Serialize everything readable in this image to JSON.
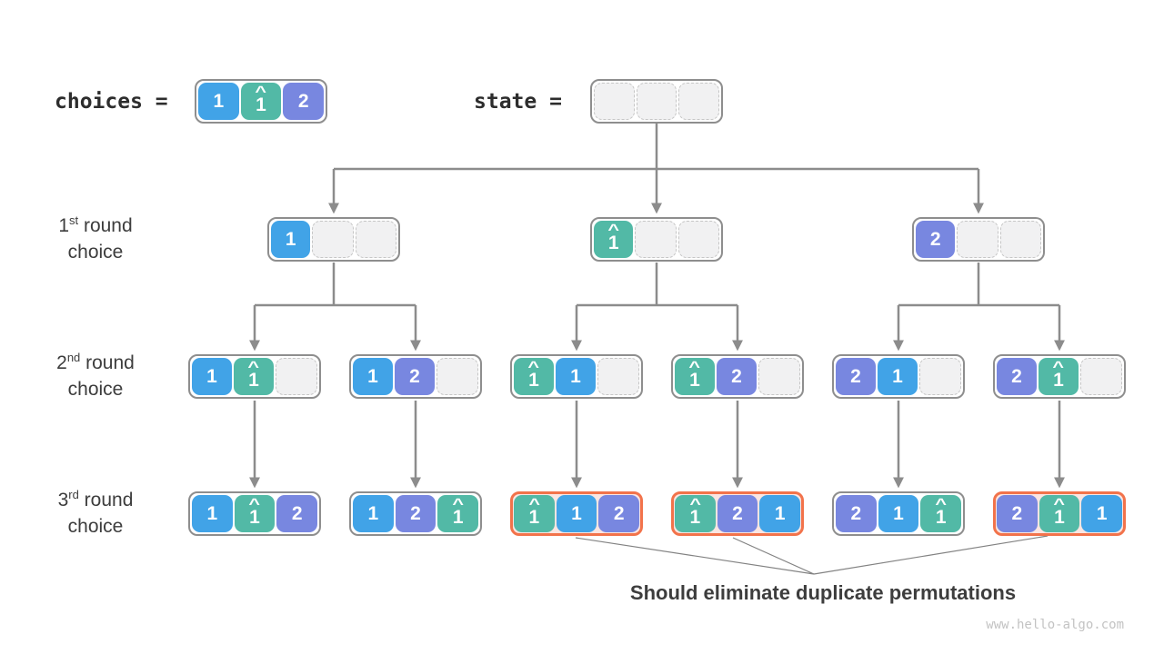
{
  "labels": {
    "choices": "choices =",
    "state": "state ="
  },
  "rounds": [
    {
      "num": "1",
      "sup": "st",
      "word": " round",
      "line2": "choice"
    },
    {
      "num": "2",
      "sup": "nd",
      "word": " round",
      "line2": "choice"
    },
    {
      "num": "3",
      "sup": "rd",
      "word": " round",
      "line2": "choice"
    }
  ],
  "annotation": "Should eliminate duplicate permutations",
  "watermark": "www.hello-algo.com",
  "colors": {
    "blue": "#41A3E7",
    "teal": "#52B9A6",
    "purple": "#7887E0",
    "node-border": "#8E8E8E",
    "dup-border": "#F2734B",
    "dup-fill": "#FAE5E1",
    "connector": "#8C8C8C",
    "thinline": "#828282",
    "empty-fill": "#F1F1F2",
    "empty-border": "#C6C6C6",
    "text": "#3D3D3D",
    "mono-text": "#2D2D2D",
    "watermark": "#C3C3C3"
  },
  "tree": {
    "choices": {
      "cells": [
        {
          "v": "1",
          "c": "blue"
        },
        {
          "v": "1",
          "c": "teal",
          "hat": true
        },
        {
          "v": "2",
          "c": "purple"
        }
      ]
    },
    "state": {
      "cells": [
        {
          "c": "empty"
        },
        {
          "c": "empty"
        },
        {
          "c": "empty"
        }
      ]
    },
    "round1": [
      {
        "cells": [
          {
            "v": "1",
            "c": "blue"
          },
          {
            "c": "empty"
          },
          {
            "c": "empty"
          }
        ]
      },
      {
        "cells": [
          {
            "v": "1",
            "c": "teal",
            "hat": true
          },
          {
            "c": "empty"
          },
          {
            "c": "empty"
          }
        ]
      },
      {
        "cells": [
          {
            "v": "2",
            "c": "purple"
          },
          {
            "c": "empty"
          },
          {
            "c": "empty"
          }
        ]
      }
    ],
    "round2": [
      {
        "cells": [
          {
            "v": "1",
            "c": "blue"
          },
          {
            "v": "1",
            "c": "teal",
            "hat": true
          },
          {
            "c": "empty"
          }
        ]
      },
      {
        "cells": [
          {
            "v": "1",
            "c": "blue"
          },
          {
            "v": "2",
            "c": "purple"
          },
          {
            "c": "empty"
          }
        ]
      },
      {
        "cells": [
          {
            "v": "1",
            "c": "teal",
            "hat": true
          },
          {
            "v": "1",
            "c": "blue"
          },
          {
            "c": "empty"
          }
        ]
      },
      {
        "cells": [
          {
            "v": "1",
            "c": "teal",
            "hat": true
          },
          {
            "v": "2",
            "c": "purple"
          },
          {
            "c": "empty"
          }
        ]
      },
      {
        "cells": [
          {
            "v": "2",
            "c": "purple"
          },
          {
            "v": "1",
            "c": "blue"
          },
          {
            "c": "empty"
          }
        ]
      },
      {
        "cells": [
          {
            "v": "2",
            "c": "purple"
          },
          {
            "v": "1",
            "c": "teal",
            "hat": true
          },
          {
            "c": "empty"
          }
        ]
      }
    ],
    "round3": [
      {
        "cells": [
          {
            "v": "1",
            "c": "blue"
          },
          {
            "v": "1",
            "c": "teal",
            "hat": true
          },
          {
            "v": "2",
            "c": "purple"
          }
        ]
      },
      {
        "cells": [
          {
            "v": "1",
            "c": "blue"
          },
          {
            "v": "2",
            "c": "purple"
          },
          {
            "v": "1",
            "c": "teal",
            "hat": true
          }
        ]
      },
      {
        "duplicate": true,
        "cells": [
          {
            "v": "1",
            "c": "teal",
            "hat": true
          },
          {
            "v": "1",
            "c": "blue"
          },
          {
            "v": "2",
            "c": "purple"
          }
        ]
      },
      {
        "duplicate": true,
        "cells": [
          {
            "v": "1",
            "c": "teal",
            "hat": true
          },
          {
            "v": "2",
            "c": "purple"
          },
          {
            "v": "1",
            "c": "blue"
          }
        ]
      },
      {
        "cells": [
          {
            "v": "2",
            "c": "purple"
          },
          {
            "v": "1",
            "c": "blue"
          },
          {
            "v": "1",
            "c": "teal",
            "hat": true
          }
        ]
      },
      {
        "duplicate": true,
        "cells": [
          {
            "v": "2",
            "c": "purple"
          },
          {
            "v": "1",
            "c": "teal",
            "hat": true
          },
          {
            "v": "1",
            "c": "blue"
          }
        ]
      }
    ]
  }
}
